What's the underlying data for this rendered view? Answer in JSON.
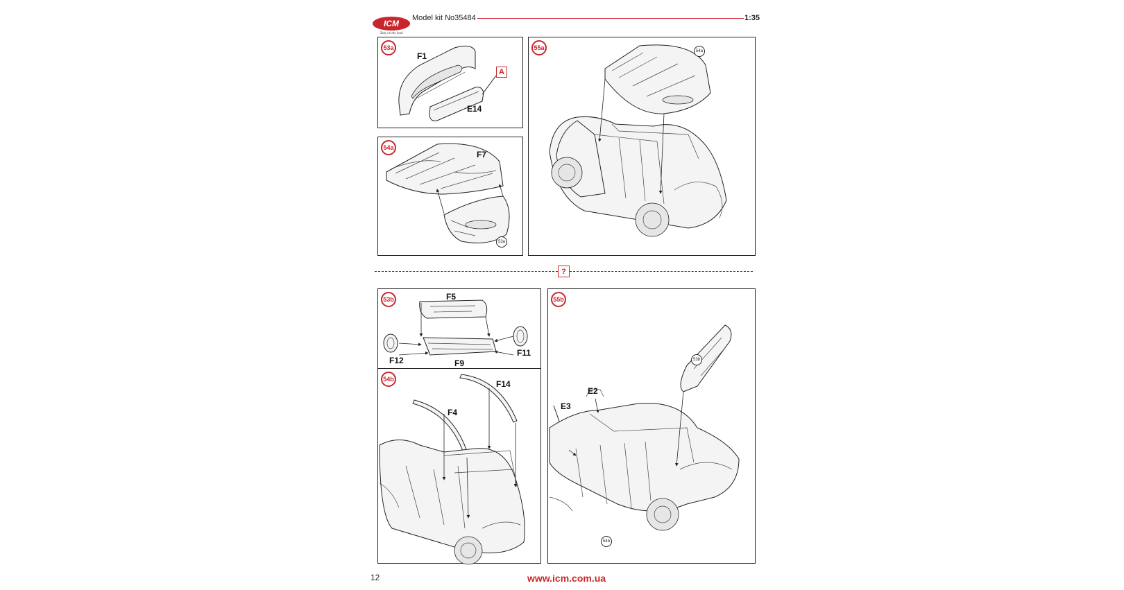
{
  "header": {
    "logo_text": "ICM",
    "logo_tagline": "Take on the lead",
    "model_kit": "Model kit No35484",
    "scale": "1:35"
  },
  "steps": {
    "s53a": {
      "badge": "53a",
      "labels": [
        "F1",
        "E14"
      ],
      "marker": "A"
    },
    "s54a": {
      "badge": "54a",
      "labels": [
        "F7"
      ],
      "ref": "53a"
    },
    "s55a": {
      "badge": "55a",
      "ref": "54a"
    },
    "s53b": {
      "badge": "53b",
      "labels": [
        "F5",
        "F12",
        "F9",
        "F11"
      ]
    },
    "s54b": {
      "badge": "54b",
      "labels": [
        "F14",
        "F4"
      ]
    },
    "s55b": {
      "badge": "55b",
      "labels": [
        "E2",
        "E3"
      ],
      "refs": [
        "53b",
        "54b"
      ]
    }
  },
  "divider_marker": "?",
  "footer": {
    "page_number": "12",
    "website": "www.icm.com.ua"
  },
  "colors": {
    "accent": "#c8262c",
    "ink": "#222222"
  }
}
